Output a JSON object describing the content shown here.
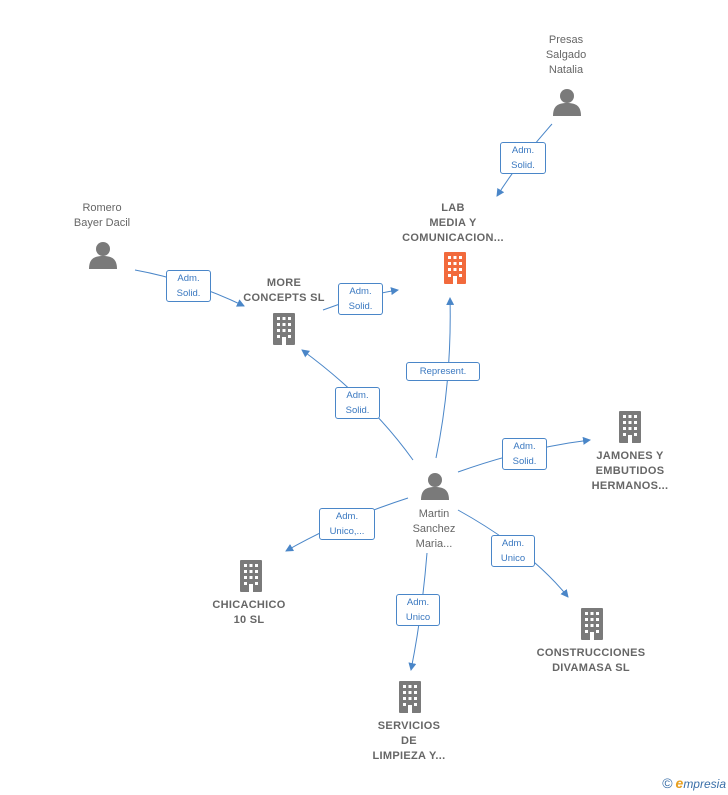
{
  "nodes": {
    "presas": {
      "label": "Presas\nSalgado\nNatalia",
      "type": "person"
    },
    "romero": {
      "label": "Romero\nBayer Dacil",
      "type": "person"
    },
    "lab": {
      "label": "LAB\nMEDIA Y\nCOMUNICACION...",
      "type": "company",
      "color": "#f26a3c"
    },
    "more": {
      "label": "MORE\nCONCEPTS SL",
      "type": "company"
    },
    "jamones": {
      "label": "JAMONES Y\nEMBUTIDOS\nHERMANOS...",
      "type": "company"
    },
    "martin": {
      "label": "Martin\nSanchez\nMaria...",
      "type": "person"
    },
    "chicachico": {
      "label": "CHICACHICO\n10  SL",
      "type": "company"
    },
    "construcciones": {
      "label": "CONSTRUCCIONES\nDIVAMASA SL",
      "type": "company"
    },
    "servicios": {
      "label": "SERVICIOS\nDE\nLIMPIEZA Y...",
      "type": "company"
    }
  },
  "relations": {
    "presas_lab": "Adm.\nSolid.",
    "romero_more": "Adm.\nSolid.",
    "more_lab": "Adm.\nSolid.",
    "martin_more": "Adm.\nSolid.",
    "martin_lab": "Represent.",
    "martin_jamones": "Adm.\nSolid.",
    "martin_chicachico": "Adm.\nUnico,...",
    "martin_construcciones": "Adm.\nUnico",
    "martin_servicios": "Adm.\nUnico"
  },
  "colors": {
    "edge": "#4a86c8",
    "company_icon": "#7a7a7a",
    "person_icon": "#7a7a7a",
    "highlight_company": "#f26a3c"
  },
  "footer": {
    "copyright": "©",
    "brand_e": "e",
    "brand_rest": "mpresia"
  }
}
